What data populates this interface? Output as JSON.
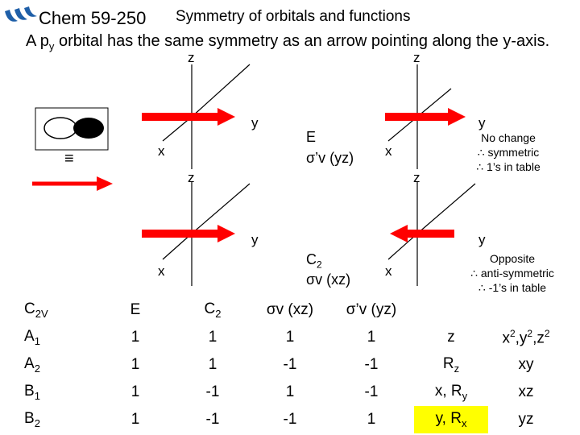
{
  "header": {
    "course": "Chem 59-250",
    "title": "Symmetry of orbitals and functions",
    "intro_pre": "A p",
    "intro_sub": "y",
    "intro_post": " orbital has the same symmetry as an arrow pointing along the y-axis."
  },
  "legend": {
    "equiv_symbol": "≡"
  },
  "axes": {
    "z": "z",
    "y": "y",
    "x": "x"
  },
  "ops": {
    "E": "E",
    "sigma_v_prime_yz": "σ’v (yz)",
    "C2_main": "C",
    "C2_sub": "2",
    "sigma_v_xz": "σv (xz)"
  },
  "notes": {
    "symmetric": [
      "No change",
      "∴ symmetric",
      "∴ 1’s in table"
    ],
    "antisymmetric": [
      "Opposite",
      "∴ anti-symmetric",
      "∴ -1’s in table"
    ]
  },
  "colors": {
    "arrow": "#ff0000",
    "highlight": "#ffff00"
  },
  "table": {
    "header": [
      "C2V",
      "E",
      "C2",
      "σv (xz)",
      "σ’v (yz)",
      "",
      ""
    ],
    "rows": [
      [
        "A1",
        "1",
        "1",
        "1",
        "1",
        "z",
        "x2,y2,z2"
      ],
      [
        "A2",
        "1",
        "1",
        "-1",
        "-1",
        "Rz",
        "xy"
      ],
      [
        "B1",
        "1",
        "-1",
        "1",
        "-1",
        "x, Ry",
        "xz"
      ],
      [
        "B2",
        "1",
        "-1",
        "-1",
        "1",
        "y, Rx",
        "yz"
      ]
    ]
  }
}
